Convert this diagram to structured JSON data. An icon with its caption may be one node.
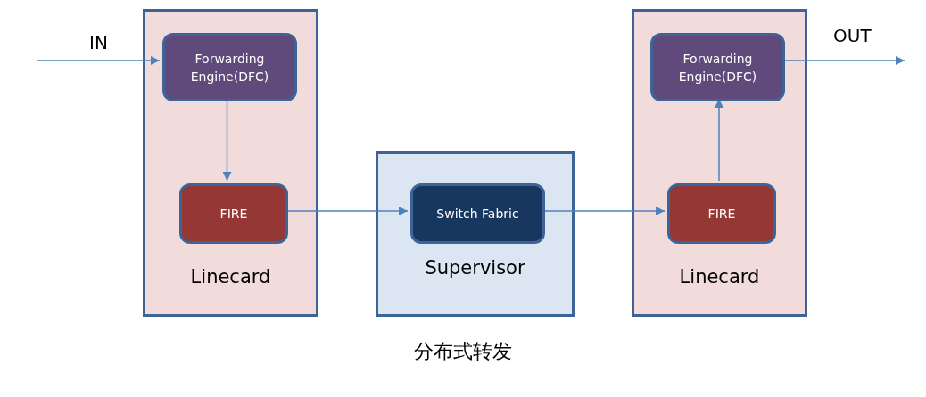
{
  "diagram": {
    "caption": "分布式转发",
    "nodes": [
      {
        "text": [
          "Linecard"
        ]
      },
      {
        "text": [
          "Forwarding Engine(DFC)"
        ],
        "in": 0
      },
      {
        "text": [
          "FIRE"
        ],
        "in": 0
      },
      {
        "text": [
          "Supervisor"
        ]
      },
      {
        "text": [
          "Switch Fabric"
        ],
        "in": 3
      },
      {
        "text": [
          "Linecard"
        ]
      },
      {
        "text": [
          "Forwarding Engine(DFC)"
        ],
        "in": 5
      },
      {
        "text": [
          "FIRE"
        ],
        "in": 5
      }
    ],
    "edges": [
      {
        "from": null,
        "to": 1,
        "arrow": "to",
        "label": "IN"
      },
      {
        "from": 1,
        "to": 2,
        "arrow": "to"
      },
      {
        "from": 2,
        "to": 4,
        "arrow": "to"
      },
      {
        "from": 4,
        "to": 7,
        "arrow": "to"
      },
      {
        "from": 7,
        "to": 6,
        "arrow": "to"
      },
      {
        "from": 6,
        "to": null,
        "arrow": "to",
        "label": "OUT"
      }
    ]
  }
}
